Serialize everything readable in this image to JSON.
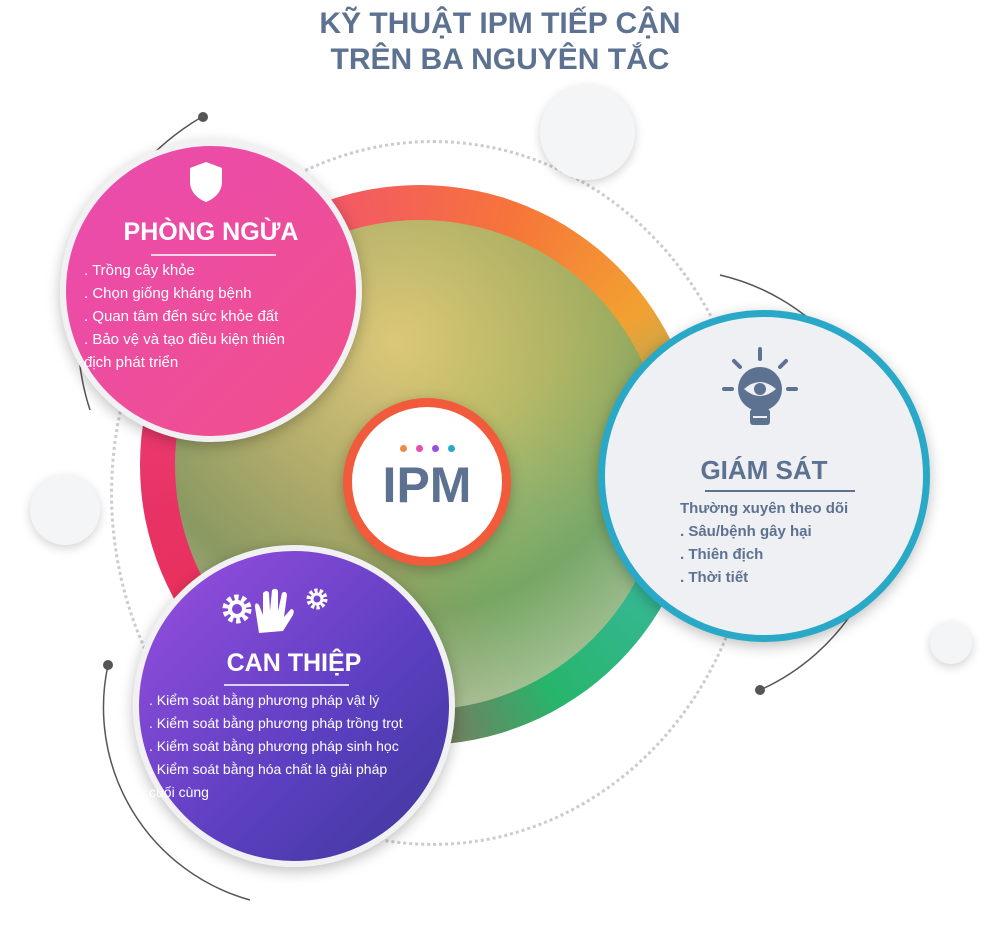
{
  "title": {
    "line1": "KỸ THUẬT IPM TIẾP CẬN",
    "line2": "TRÊN BA NGUYÊN TẮC"
  },
  "center": {
    "label": "IPM",
    "dot_colors": [
      "#f0884a",
      "#e94bb0",
      "#9a4fe0",
      "#29a9c7"
    ]
  },
  "prevention": {
    "heading": "PHÒNG NGỪA",
    "icon": "shield-icon",
    "items": [
      ". Trồng cây khỏe",
      ". Chọn giống kháng bệnh",
      ". Quan tâm đến sức khỏe đất",
      ". Bảo vệ và tạo điều kiện thiên",
      "địch phát triển"
    ]
  },
  "monitoring": {
    "heading": "GIÁM SÁT",
    "icon": "lightbulb-eye-icon",
    "intro": "Thường xuyên theo dõi",
    "items": [
      ". Sâu/bệnh gây hại",
      ". Thiên địch",
      ". Thời tiết"
    ]
  },
  "intervention": {
    "heading": "CAN THIỆP",
    "icon": "hand-gears-icon",
    "items": [
      ". Kiểm soát bằng phương pháp vật lý",
      ". Kiểm soát bằng phương pháp trồng trọt",
      ". Kiểm soát bằng phương pháp sinh học",
      ". Kiểm soát bằng hóa chất là giải pháp",
      "cuối cùng"
    ]
  }
}
